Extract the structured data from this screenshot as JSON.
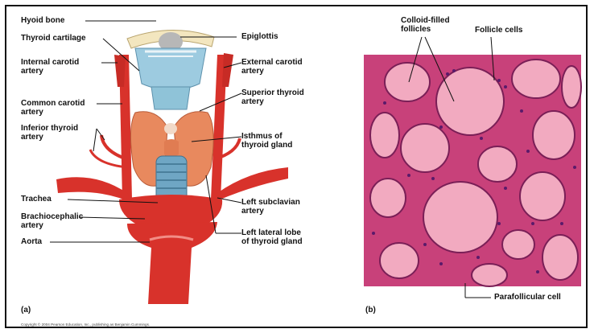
{
  "panel_a": {
    "label": "(a)",
    "left_labels": [
      {
        "key": "hyoid",
        "line1": "Hyoid bone",
        "line2": ""
      },
      {
        "key": "thyroid_cartilage",
        "line1": "Thyroid cartilage",
        "line2": ""
      },
      {
        "key": "internal_carotid",
        "line1": "Internal carotid",
        "line2": "artery"
      },
      {
        "key": "common_carotid",
        "line1": "Common carotid",
        "line2": "artery"
      },
      {
        "key": "inferior_thyroid",
        "line1": "Inferior thyroid",
        "line2": "artery"
      },
      {
        "key": "trachea",
        "line1": "Trachea",
        "line2": ""
      },
      {
        "key": "brachiocephalic",
        "line1": "Brachiocephalic",
        "line2": "artery"
      },
      {
        "key": "aorta",
        "line1": "Aorta",
        "line2": ""
      }
    ],
    "right_labels": [
      {
        "key": "epiglottis",
        "line1": "Epiglottis",
        "line2": ""
      },
      {
        "key": "external_carotid",
        "line1": "External carotid",
        "line2": "artery"
      },
      {
        "key": "superior_thyroid",
        "line1": "Superior thyroid",
        "line2": "artery"
      },
      {
        "key": "isthmus",
        "line1": "Isthmus of",
        "line2": "thyroid gland"
      },
      {
        "key": "left_subclavian",
        "line1": "Left subclavian",
        "line2": "artery"
      },
      {
        "key": "left_lobe",
        "line1": "Left lateral lobe",
        "line2": "of thyroid gland"
      }
    ]
  },
  "panel_b": {
    "label": "(b)",
    "colloid_line1": "Colloid-filled",
    "colloid_line2": "follicles",
    "follicle_cells": "Follicle cells",
    "parafollicular": "Parafollicular cell"
  },
  "copyright": "Copyright © 2004 Pearson Education, Inc., publishing as Benjamin Cummings.",
  "colors": {
    "artery": "#d8322b",
    "thyroid": "#e8895e",
    "cartilage": "#8fc3d8",
    "trachea": "#6fa6c4",
    "histo_bg": "#c8417a",
    "colloid": "#f2aac0"
  }
}
